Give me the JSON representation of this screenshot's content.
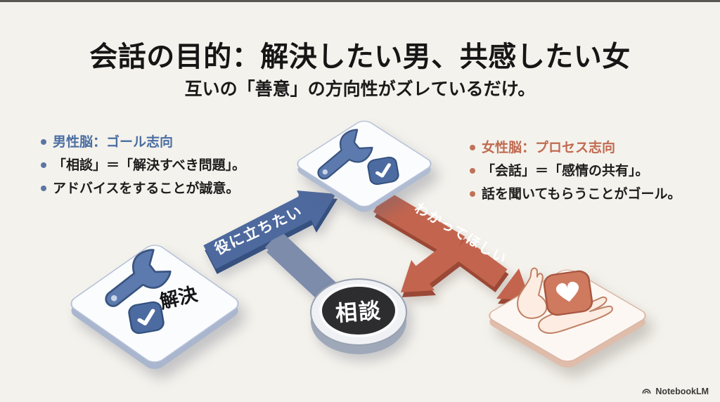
{
  "colors": {
    "background": "#f4f2ec",
    "title_text": "#161616",
    "male_accent": "#4b6fa3",
    "female_accent": "#c06b52",
    "blue_arrow": "#4d699e",
    "blue_arrow_side": "#36507f",
    "red_arrow": "#c3654e",
    "red_arrow_side": "#9b4836",
    "card_fill": "#fbfcfe",
    "card_border": "#b7c2d8",
    "heart_card_fill": "#fdf7f3",
    "heart_card_border": "#d9b5a5",
    "consult_circle_center": "#2d2c2e",
    "watermark_text": "#3a3a38"
  },
  "header": {
    "title": "会話の目的：解決したい男、共感したい女",
    "subtitle": "互いの「善意」の方向性がズレているだけ。"
  },
  "male_panel": {
    "heading": "男性脳：ゴール志向",
    "bullets": [
      "「相談」＝「解決すべき問題」。",
      "アドバイスをすることが誠意。"
    ]
  },
  "female_panel": {
    "heading": "女性脳：プロセス志向",
    "bullets": [
      "「会話」＝「感情の共有」。",
      "話を聞いてもらうことがゴール。"
    ]
  },
  "diagram": {
    "blue_arrow_label": "役に立ちたい",
    "red_arrow_label": "わかってほしい",
    "solve_card_label": "解決",
    "consult_circle_label": "相談",
    "icons": {
      "tools_card": [
        "wrench-icon",
        "check-icon"
      ],
      "solve_card": [
        "wrench-icon",
        "check-icon"
      ],
      "empathy_card": [
        "hands-holding-heart-icon"
      ]
    }
  },
  "watermark": {
    "label": "NotebookLM",
    "icon": "notebooklm-logo-icon"
  }
}
